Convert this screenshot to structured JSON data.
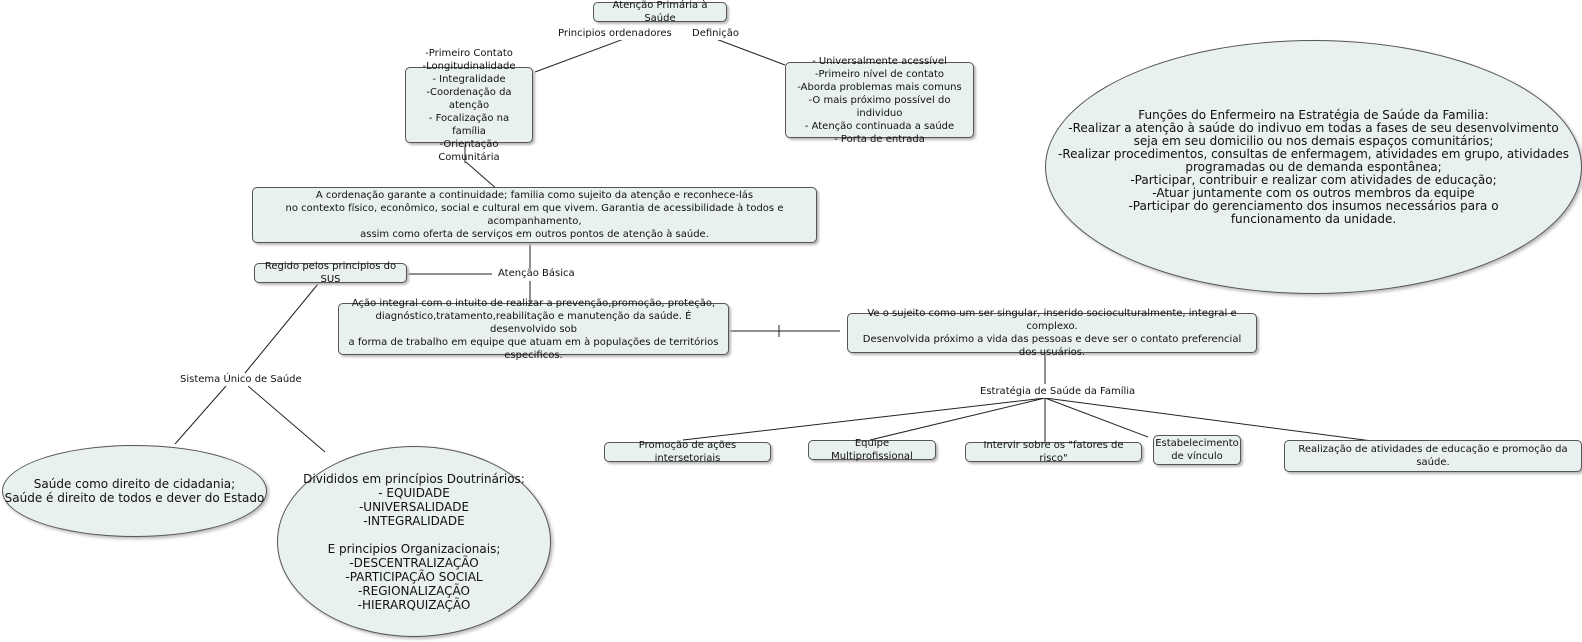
{
  "map": {
    "root": "Atenção Primária à Saúde",
    "label_principios": "Principios ordenadores",
    "label_definicao": "Definição",
    "principios": "-Primeiro Contato\n-Longitudinalidade\n- Integralidade\n-Coordenação da atenção\n- Focalização na família\n-Orientação Comunitária",
    "definicao": "- Universalmente acessível\n-Primeiro nível de contato\n-Aborda problemas mais comuns\n-O mais próximo possível do individuo\n- Atenção continuada a saúde\n- Porta de entrada",
    "coordenacao": "A cordenação garante a continuidade; familia como sujeito da atenção e reconhece-lás\nno contexto físico, econômico, social e cultural em que vivem. Garantia de acessibilidade à todos e acompanhamento,\nassim como oferta de serviços em outros pontos de atenção à saúde.",
    "label_atencao_basica": "Atenção Básica",
    "regido": "Regido pelos principios do SUS",
    "acao_integral": "Ação integral com o intuito de realizar a prevenção,promoção, proteção,\ndiagnóstico,tratamento,reabilitação e manutenção da saúde. É desenvolvido sob\na forma de trabalho em equipe que atuam em à populações de territórios\nespecificos.",
    "sujeito": "Ve o sujeito como um ser singular, inserido socioculturalmente, integral e complexo.\nDesenvolvida próximo a vida das pessoas e deve ser o contato preferencial\ndos usuários.",
    "label_sus": "Sistema Único de Saúde",
    "direito": "Saúde como direito de cidadania;\nSaúde é direito de todos e dever do Estado",
    "principios_sus": "Divididos em princípios Doutrinários:\n- EQUIDADE\n-UNIVERSALIDADE\n-INTEGRALIDADE\n\nE principios Organizacionais;\n-DESCENTRALIZAÇÃO\n-PARTICIPAÇÃO SOCIAL\n-REGIONALIZAÇÃO\n-HIERARQUIZAÇÃO",
    "label_esf": "Estratégia de Saúde da Família",
    "esf_items": [
      "Promoção de ações intersetoriais",
      "Equipe Multiprofissional",
      "Intervir sobre os \"fatores de risco\"",
      "Estabelecimento\nde vínculo",
      "Realização de atividades de educação e promoção da saúde."
    ],
    "funcoes": "Funções do Enfermeiro na Estratégia de Saúde da Familia:\n-Realizar a atenção à saúde do indivuo em todas a fases de seu desenvolvimento\nseja em seu domicilio ou nos demais espaços comunitários;\n-Realizar procedimentos, consultas de enfermagem, atividades em grupo, atividades\nprogramadas ou de demanda espontânea;\n-Participar, contribuir e realizar com atividades de educação;\n-Atuar juntamente com os outros membros da equipe\n-Participar do gerenciamento dos insumos necessários para o\nfuncionamento da unidade."
  }
}
